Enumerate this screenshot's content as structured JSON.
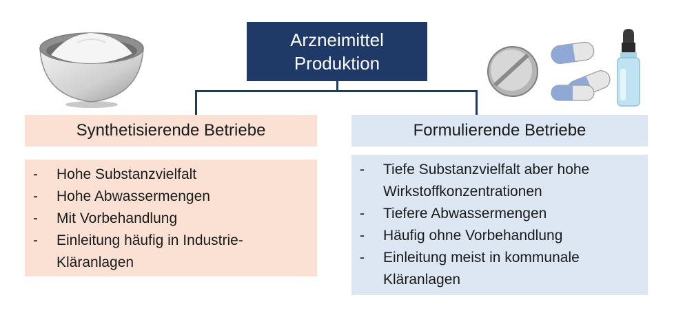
{
  "colors": {
    "root_bg": "#1f3a66",
    "left_bg": "#fbe1d4",
    "right_bg": "#dce7f3",
    "connector": "#1f3a66"
  },
  "root": {
    "line1": "Arzneimittel",
    "line2": "Produktion"
  },
  "left": {
    "title": "Synthetisierende Betriebe",
    "bullet": "-",
    "items": [
      "Hohe Substanzvielfalt",
      "Hohe Abwassermengen",
      "Mit Vorbehandlung",
      "Einleitung häufig in Industrie-Kläranlagen"
    ]
  },
  "right": {
    "title": "Formulierende Betriebe",
    "bullet": "-",
    "items": [
      "Tiefe Substanzvielfalt aber hohe Wirkstoffkonzentrationen",
      "Tiefere Abwassermengen",
      "Häufig ohne Vorbehandlung",
      "Einleitung meist in kommunale Kläranlagen"
    ]
  },
  "icons": {
    "left_illustration": "bowl-of-powder-icon",
    "right_illustration": "tablet-capsules-dropper-bottle-icon"
  }
}
